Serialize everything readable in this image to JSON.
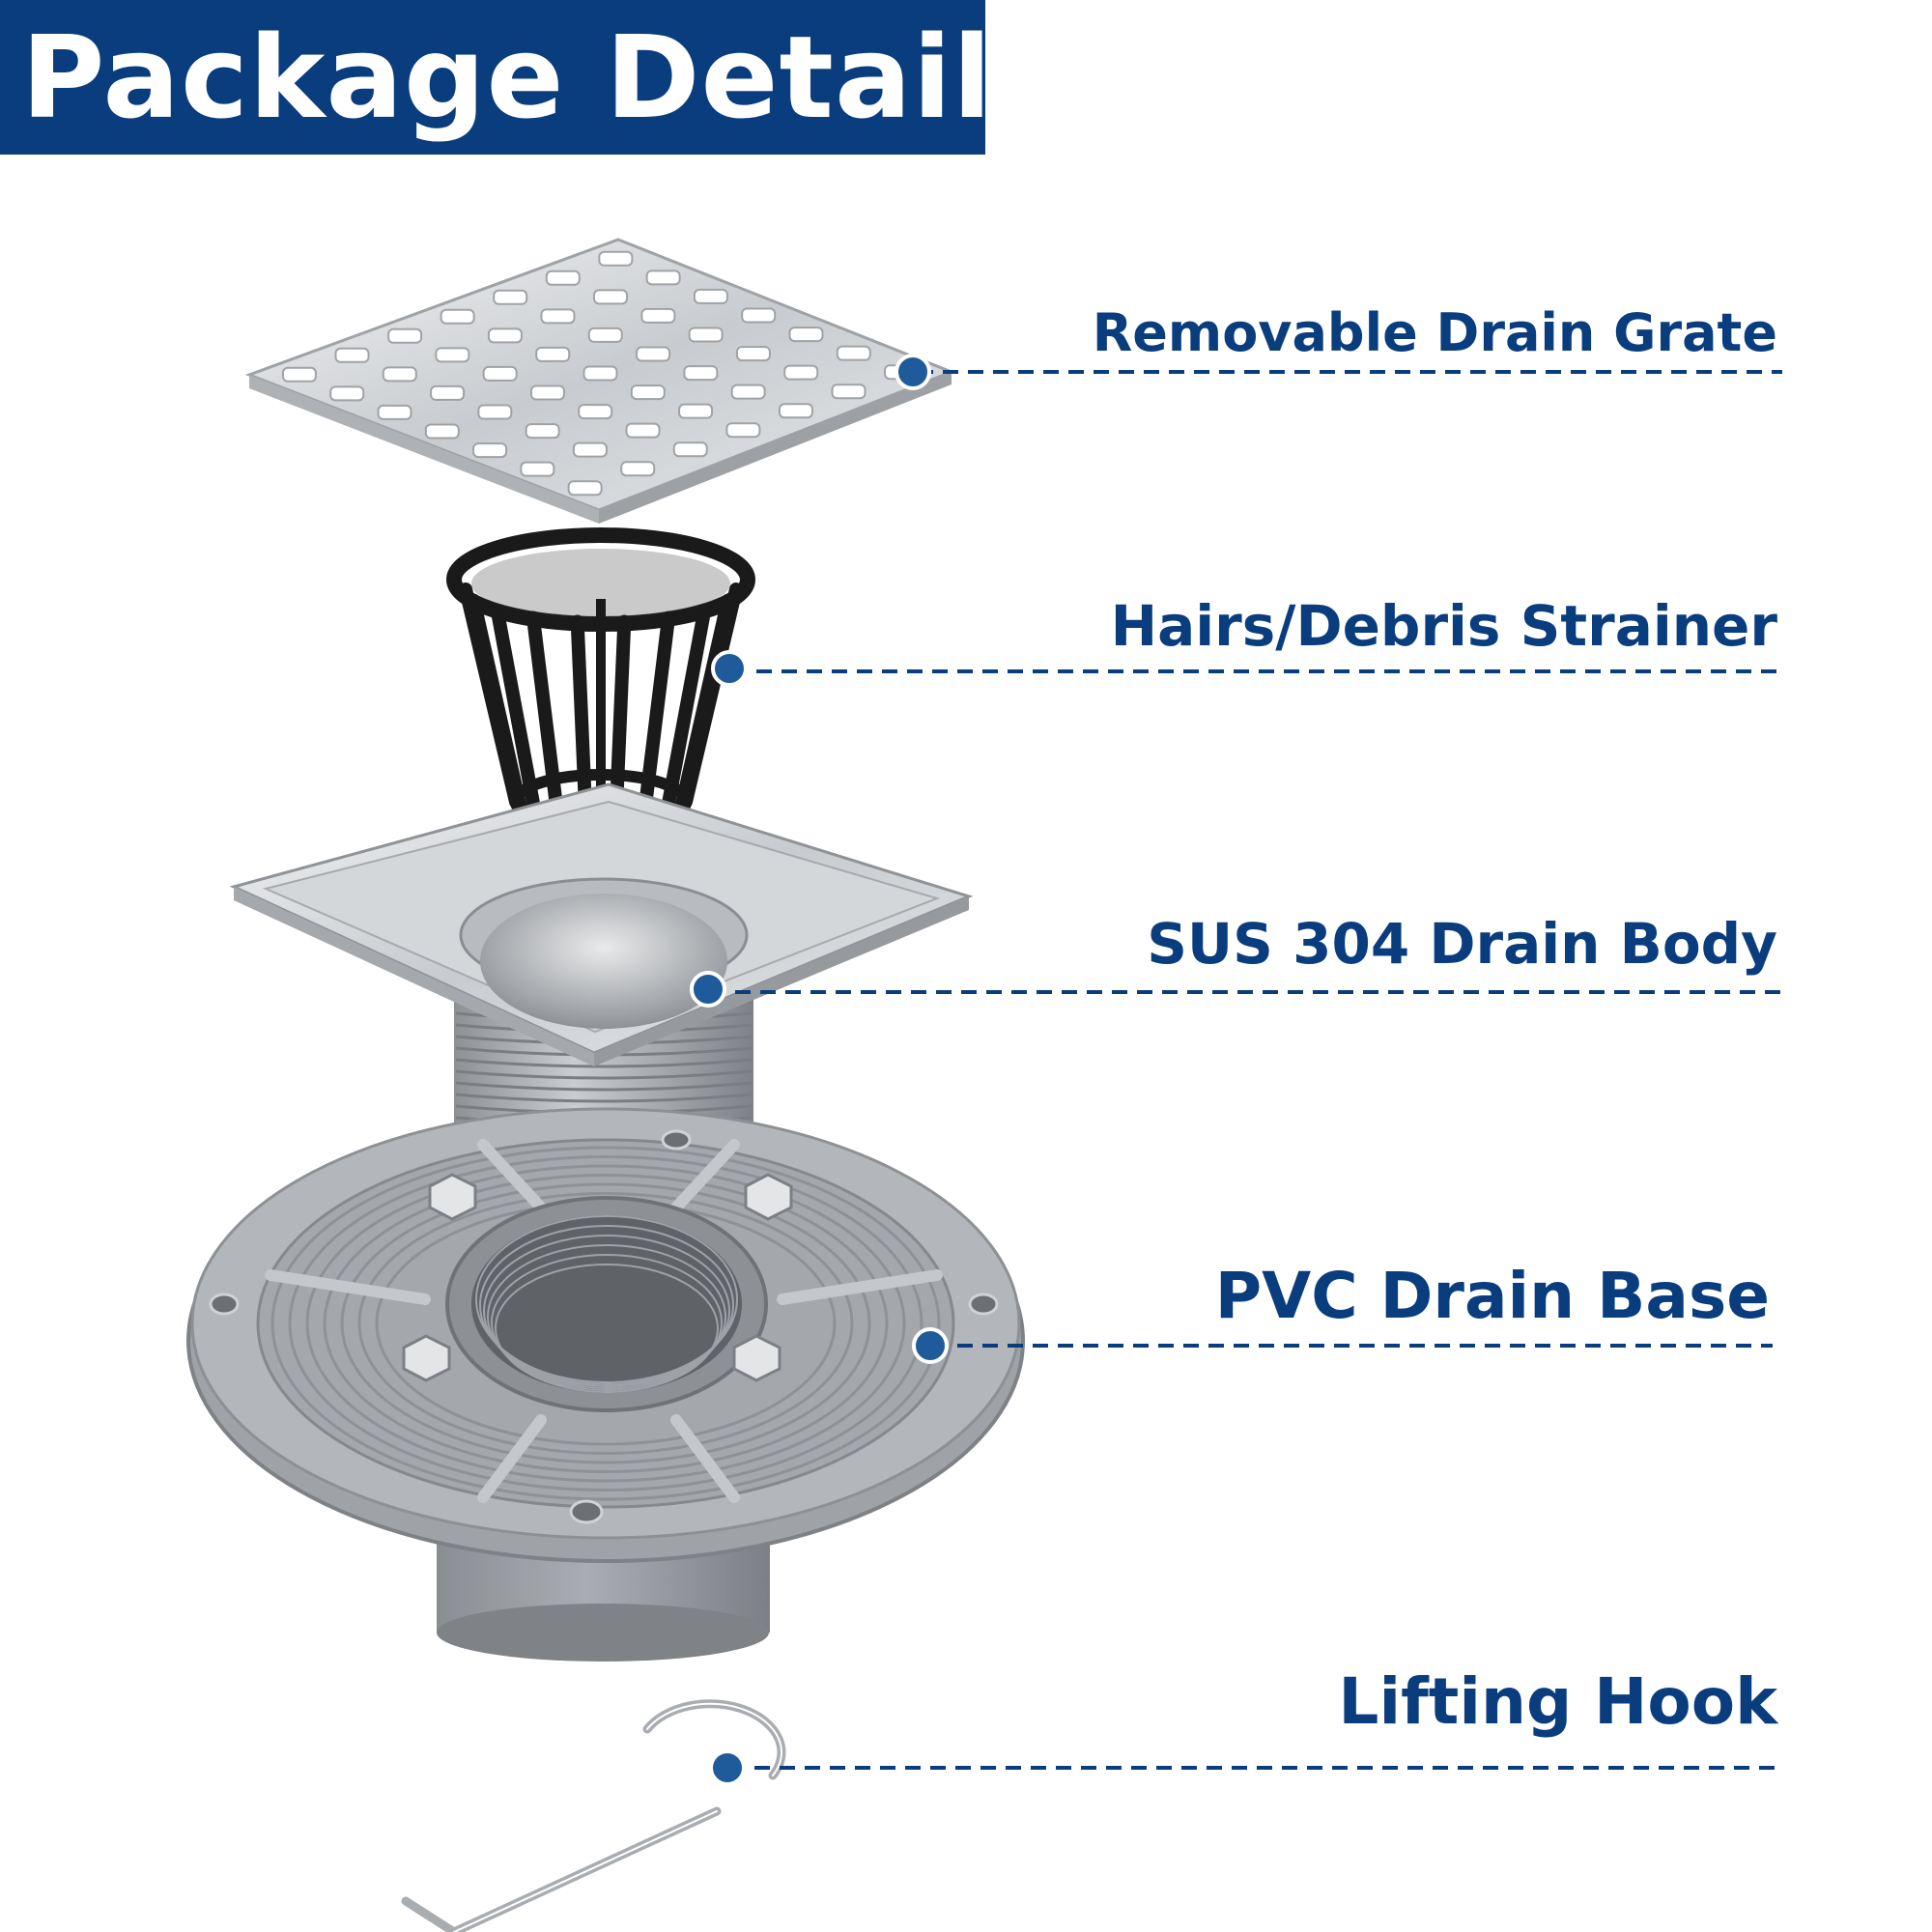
{
  "header": {
    "title": "Package Details"
  },
  "colors": {
    "navy": "#0a3d7e",
    "dot": "#1f5b9a",
    "steel": "#c9ccd0",
    "pvc": "#9a9ea3",
    "strainer": "#1a1a1a"
  },
  "parts": [
    {
      "label": "Removable Drain Grate",
      "icon": "drain-grate-icon"
    },
    {
      "label": "Hairs/Debris Strainer",
      "icon": "strainer-icon"
    },
    {
      "label": "SUS 304 Drain Body",
      "icon": "drain-body-icon"
    },
    {
      "label": "PVC Drain Base",
      "icon": "drain-base-icon"
    },
    {
      "label": "Lifting Hook",
      "icon": "lifting-hook-icon"
    }
  ]
}
